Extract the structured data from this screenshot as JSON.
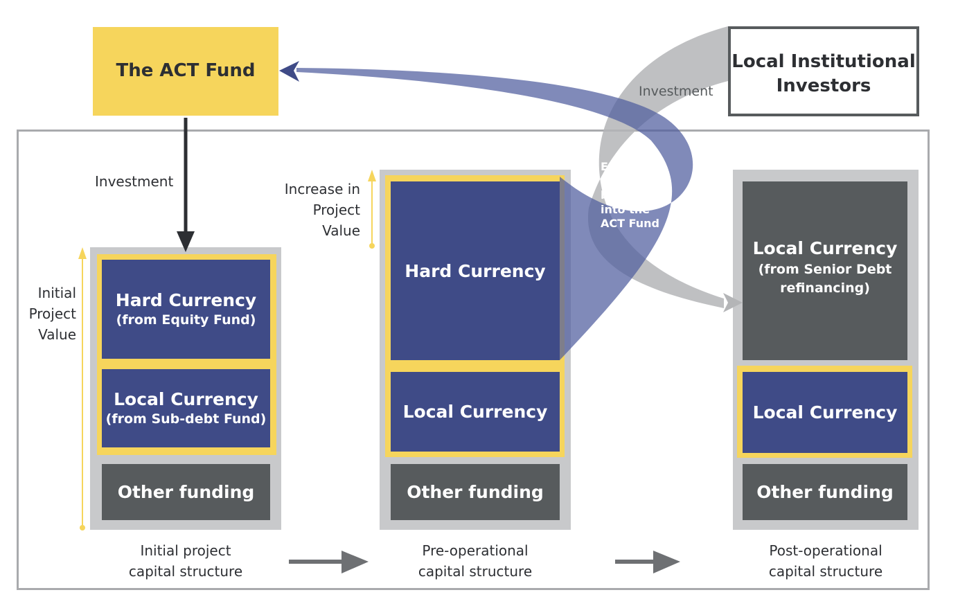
{
  "act_fund": {
    "label": "The ACT Fund"
  },
  "local_investors": {
    "line1": "Local Institutional",
    "line2": "Investors"
  },
  "flows": {
    "act_investment": "Investment",
    "institutional_investment": "Investment",
    "equity_released": [
      "Equity",
      "released",
      "back",
      "into the",
      "ACT Fund"
    ]
  },
  "measures": {
    "initial_value": [
      "Initial",
      "Project",
      "Value"
    ],
    "increase_value": [
      "Increase in",
      "Project",
      "Value"
    ]
  },
  "stages": [
    {
      "caption": [
        "Initial project",
        "capital structure"
      ],
      "hard": {
        "main": "Hard Currency",
        "sub": "(from Equity Fund)"
      },
      "local": {
        "main": "Local Currency",
        "sub": "(from Sub-debt Fund)"
      },
      "other": "Other funding"
    },
    {
      "caption": [
        "Pre-operational",
        "capital structure"
      ],
      "hard": {
        "main": "Hard Currency"
      },
      "local": {
        "main": "Local Currency"
      },
      "other": "Other funding"
    },
    {
      "caption": [
        "Post-operational",
        "capital structure"
      ],
      "senior": {
        "main": "Local Currency",
        "sub1": "(from Senior Debt",
        "sub2": "refinancing)"
      },
      "local": {
        "main": "Local Currency"
      },
      "other": "Other funding"
    }
  ],
  "colors": {
    "navy": "#3f4b87",
    "yellow": "#f6d55c",
    "dark_gray": "#575b5d",
    "light_gray": "#c8c9cb",
    "frame_gray": "#a9aaad",
    "arrow_gray": "#6e7073",
    "flow_blue": "#4f5d9e",
    "flow_gray": "#b4b5b7"
  }
}
